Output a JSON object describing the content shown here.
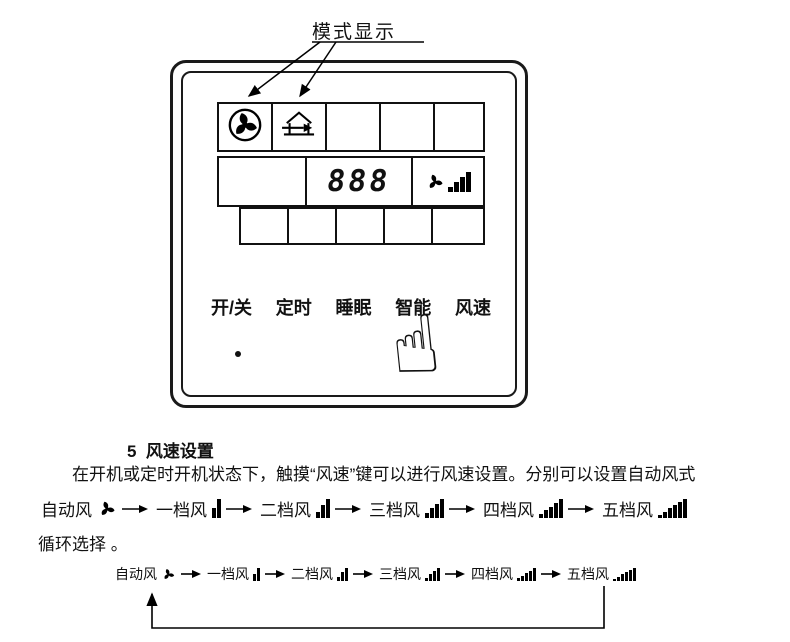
{
  "figure": {
    "callout_label": "模式显示",
    "display_value": "888",
    "buttons": [
      "开/关",
      "定时",
      "睡眠",
      "智能",
      "风速"
    ]
  },
  "icons": {
    "mode_swirl": "swirl-fan-icon",
    "mode_house": "house-vent-icon",
    "fan_speed_indicator": "fan-with-ramp-icon",
    "hand": "pointing-hand-icon",
    "hand_glyph": "☝"
  },
  "section": {
    "heading": "5  风速设置",
    "paragraph": "在开机或定时开机状态下，触摸“风速”键可以进行风速设置。分别可以设置自动风式",
    "cycle_text": "循环选择 。"
  },
  "sequence": {
    "items": [
      {
        "label": "自动风",
        "icon": "fan",
        "level": 0
      },
      {
        "label": "一档风",
        "icon": "ramp",
        "level": 1
      },
      {
        "label": "二档风",
        "icon": "ramp",
        "level": 2
      },
      {
        "label": "三档风",
        "icon": "ramp",
        "level": 3
      },
      {
        "label": "四档风",
        "icon": "ramp",
        "level": 4
      },
      {
        "label": "五档风",
        "icon": "ramp",
        "level": 5
      }
    ]
  }
}
